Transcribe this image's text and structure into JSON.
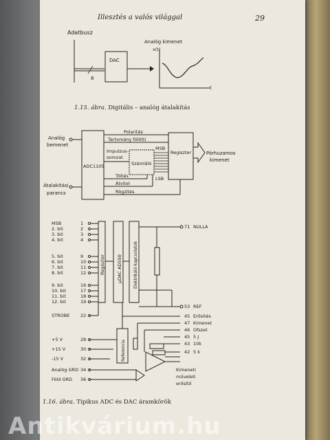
{
  "header": {
    "title": "Illesztés a valós világgal",
    "page_number": "29"
  },
  "fig1": {
    "caption_prefix": "1.15. ábra.",
    "caption_text": "Digitális – analóg átalakítás",
    "adatbusz": "Adatbusz",
    "dac": "DAC",
    "bits": "8",
    "analog_out": "Analóg kimenet",
    "yaxis": "x(t)",
    "taxis": "t"
  },
  "fig2": {
    "analog_in": [
      "Analóg",
      "bemenet"
    ],
    "convert_cmd": [
      "Átalakítási",
      "parancs"
    ],
    "adc": "ADC1105",
    "polaritas": "Polaritás",
    "tulcsordulas": "Tartomány fölötti",
    "impulzus": [
      "Impulzus-",
      "sorozat"
    ],
    "szamlalo": "Számláló",
    "msb": "MSB",
    "lsb": "LSB",
    "regiszter": "Regiszter",
    "toltes": "Töltés",
    "atvitel": "Átvitel",
    "rogzites": "Rögzítés",
    "parallel_out": [
      "Párhuzamos",
      "kimenet"
    ]
  },
  "fig3": {
    "caption_prefix": "1.16. ábra.",
    "caption_text": "Tipikus ADC és DAC áramkörök",
    "left_pins": [
      {
        "label": "MSB",
        "num": "1"
      },
      {
        "label": "2. bit",
        "num": "2"
      },
      {
        "label": "3. bit",
        "num": "3"
      },
      {
        "label": "4. bit",
        "num": "4"
      },
      {
        "label": "5. bit",
        "num": "9"
      },
      {
        "label": "6. bit",
        "num": "10"
      },
      {
        "label": "7. bit",
        "num": "11"
      },
      {
        "label": "8. bit",
        "num": "12"
      },
      {
        "label": "9. bit",
        "num": "16"
      },
      {
        "label": "10. bit",
        "num": "17"
      },
      {
        "label": "11. bit",
        "num": "18"
      },
      {
        "label": "12. bit",
        "num": "19"
      },
      {
        "label": "STROBE",
        "num": "22"
      },
      {
        "label": "+5 V",
        "num": "28"
      },
      {
        "label": "+15 V",
        "num": "30"
      },
      {
        "label": "-15 V",
        "num": "32"
      },
      {
        "label": "Analóg GRD",
        "num": "34"
      },
      {
        "label": "Föld GRD",
        "num": "36"
      }
    ],
    "right_pins": [
      {
        "num": "71",
        "label": "NULLA"
      },
      {
        "num": "53",
        "label": "REF"
      },
      {
        "num": "45",
        "label": "Erősítés"
      },
      {
        "num": "47",
        "label": "Kimenet"
      },
      {
        "num": "46",
        "label": "Ofszet"
      },
      {
        "num": "45",
        "label": "5 J"
      },
      {
        "num": "43",
        "label": "10k"
      },
      {
        "num": "42",
        "label": "5 k"
      }
    ],
    "register": "Regiszter",
    "dac": "µDAC AD550",
    "switches": "Elektrikáló kapcsolatok",
    "reference": "Referencia",
    "output_amp": [
      "Kimeneti",
      "műveleti",
      "erősítő"
    ]
  },
  "watermark": "Antikvárium.hu"
}
